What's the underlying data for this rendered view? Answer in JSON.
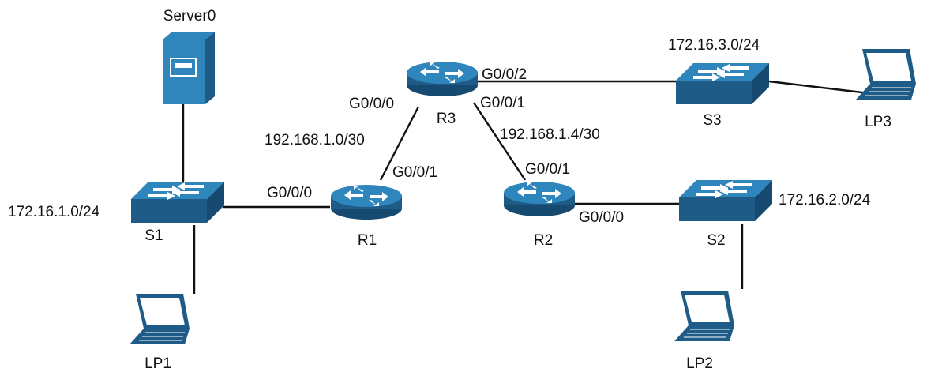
{
  "diagram": {
    "colors": {
      "device_dark": "#1f5b87",
      "device_light": "#2f86bd",
      "device_side": "#174a70",
      "arrow": "#ffffff",
      "line": "#111111"
    },
    "devices": {
      "server0": {
        "label": "Server0",
        "icon": "server-icon"
      },
      "s1": {
        "label": "S1",
        "icon": "switch-icon"
      },
      "s2": {
        "label": "S2",
        "icon": "switch-icon"
      },
      "s3": {
        "label": "S3",
        "icon": "switch-icon"
      },
      "r1": {
        "label": "R1",
        "icon": "router-icon"
      },
      "r2": {
        "label": "R2",
        "icon": "router-icon"
      },
      "r3": {
        "label": "R3",
        "icon": "router-icon"
      },
      "lp1": {
        "label": "LP1",
        "icon": "laptop-icon"
      },
      "lp2": {
        "label": "LP2",
        "icon": "laptop-icon"
      },
      "lp3": {
        "label": "LP3",
        "icon": "laptop-icon"
      }
    },
    "networks": {
      "lan1": "172.16.1.0/24",
      "lan2": "172.16.2.0/24",
      "lan3": "172.16.3.0/24",
      "wan_r1_r3": "192.168.1.0/30",
      "wan_r2_r3": "192.168.1.4/30"
    },
    "interfaces": {
      "r1_to_s1": "G0/0/0",
      "r1_to_r3": "G0/0/1",
      "r3_to_r1": "G0/0/0",
      "r3_to_r2": "G0/0/1",
      "r3_to_s3": "G0/0/2",
      "r2_to_r3": "G0/0/1",
      "r2_to_s2": "G0/0/0"
    }
  }
}
